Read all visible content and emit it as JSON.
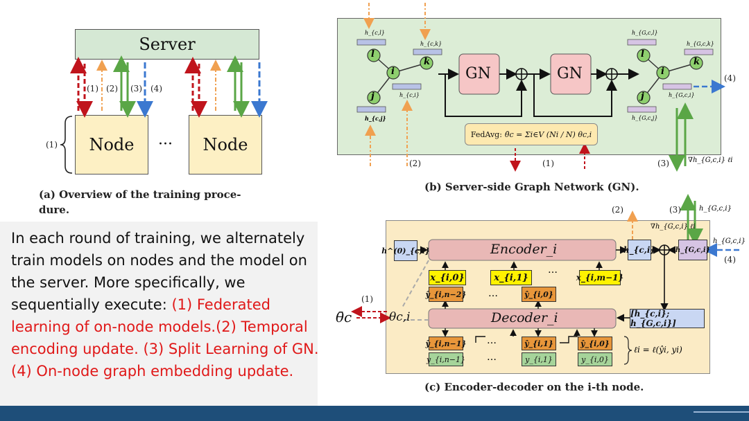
{
  "panel_a": {
    "server_label": "Server",
    "node_label": "Node",
    "ellipsis": "···",
    "arrow_labels": [
      "(1)",
      "(2)",
      "(3)",
      "(4)"
    ],
    "brace_label": "(1)",
    "caption_line1": "(a) Overview of the training proce-",
    "caption_line2": "dure."
  },
  "panel_b": {
    "gn_label": "GN",
    "fedavg": "FedAvg: θ̄_c = Σ_{i∈V} (N_i/N) θ_{c,i}",
    "fedavg_prefix": "FedAvg:",
    "fedavg_formula": "θ̄c = Σi∈V (Ni / N) θc,i",
    "node_labels": [
      "l",
      "i",
      "j",
      "k"
    ],
    "embed_labels_in": [
      "h_{c,l}",
      "h_{c,k}",
      "h_{c,i}",
      "h_{c,j}"
    ],
    "embed_labels_out": [
      "h_{G,c,l}",
      "h_{G,c,k}",
      "h_{G,c,i}",
      "h_{G,c,j}"
    ],
    "marker_2": "(2)",
    "marker_1": "(1)",
    "marker_3": "(3)",
    "marker_4": "(4)",
    "grad_label": "∇h_{G,c,i} ℓi",
    "caption": "(b) Server-side Graph Network (GN)."
  },
  "panel_c": {
    "encoder_label": "Encoder_i",
    "decoder_label": "Decoder_i",
    "h0_label": "h^(0)_{c,i}",
    "hci_label": "h_{c,i}",
    "hgci_label": "h_{G,c,i}",
    "concat_label": "[h_{c,i}; h_{G,c,i}]",
    "x_labels": [
      "x_{i,0}",
      "x_{i,1}",
      "x_{i,m−1}"
    ],
    "yhat_top": [
      "ŷ_{i,n−2}",
      "ŷ_{i,0}"
    ],
    "yhat_bottom": [
      "ŷ_{i,n−1}",
      "ŷ_{i,1}",
      "ŷ_{i,0}"
    ],
    "y_labels": [
      "y_{i,n−1}",
      "y_{i,1}",
      "y_{i,0}"
    ],
    "loss_label": "ℓi = ℓ(ŷi, yi)",
    "theta_bar": "θ̄c",
    "theta_ci": "θc,i",
    "marker_1": "(1)",
    "marker_2": "(2)",
    "marker_3": "(3)",
    "marker_4": "(4)",
    "grad_label": "∇h_{G,c,i} ℓi",
    "hgci_top": "h_{G,c,i}",
    "hgci_right": "h_{G,c,i}",
    "caption": "(c) Encoder-decoder on the i-th node."
  },
  "explanation": {
    "black_text": "In each round of training, we alternately train models on nodes and the model on the server. More specifically, we sequentially execute: ",
    "red_text": "(1) Federated learning of on-node models.(2) Temporal encoding update. (3) Split Learning of GN.(4) On-node graph embedding update."
  },
  "colors": {
    "server_green": "#d5e8d4",
    "node_yellow": "#fdf0c4",
    "panel_b_bg": "#dcedd6",
    "panel_c_bg": "#fbebc5",
    "gn_pink": "#f6c6c6",
    "enc_pink": "#e9b8b6",
    "red_text": "#e01818",
    "explanation_bg": "#f2f2f2",
    "footer_blue": "#1e4e79",
    "arrow_red": "#c0141c",
    "arrow_orange": "#f0a050",
    "arrow_green": "#5aa646",
    "arrow_blue": "#3b78d0"
  }
}
